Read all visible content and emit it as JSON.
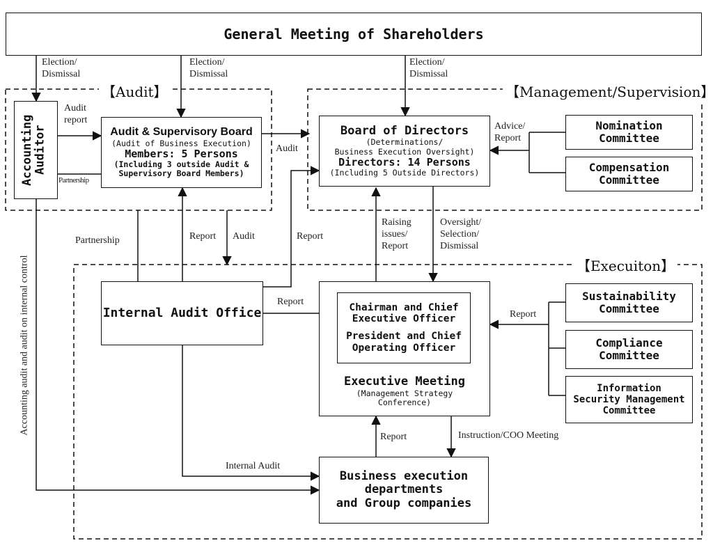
{
  "shareholders": "General Meeting of Shareholders",
  "sections": {
    "audit": "【Audit】",
    "management": "【Management/Supervision】",
    "execution": "【Execuiton】"
  },
  "accounting_auditor": "Accounting Auditor",
  "audit_board": {
    "title": "Audit & Supervisory Board",
    "sub": "(Audit of Business Execution)",
    "members": "Members: 5 Persons",
    "note1": "(Including 3 outside Audit &",
    "note2": "Supervisory Board Members)"
  },
  "board": {
    "title": "Board of Directors",
    "sub1": "(Determinations/",
    "sub2": "Business Execution Oversight)",
    "directors": "Directors: 14 Persons",
    "note": "(Including 5 Outside Directors)"
  },
  "nomination": [
    "Nomination",
    "Committee"
  ],
  "compensation": [
    "Compensation",
    "Committee"
  ],
  "internal_audit_office": "Internal Audit Office",
  "officers": {
    "chair1": "Chairman and Chief",
    "chair2": "Executive Officer",
    "pres1": "President and Chief",
    "pres2": "Operating Officer"
  },
  "exec_meeting": {
    "title": "Executive Meeting",
    "sub1": "(Management Strategy",
    "sub2": "Conference)"
  },
  "sustainability": [
    "Sustainability",
    "Committee"
  ],
  "compliance": [
    "Compliance",
    "Committee"
  ],
  "infosec": [
    "Information",
    "Security Management",
    "Committee"
  ],
  "business": [
    "Business execution",
    "departments",
    "and Group companies"
  ],
  "labels": {
    "election1": "Election/\nDismissal",
    "election2": "Election/\nDismissal",
    "election3": "Election/\nDismissal",
    "audit_report": "Audit\nreport",
    "partnership_small": "Partnership",
    "audit_arrow": "Audit",
    "advice_report": "Advice/\nReport",
    "partnership": "Partnership",
    "report_up": "Report",
    "audit_down": "Audit",
    "report_bod": "Report",
    "raising": "Raising\nissues/\nReport",
    "oversight": "Oversight/\nSelection/\nDismissal",
    "report_iao": "Report",
    "report_committees": "Report",
    "report_business": "Report",
    "instruction": "Instruction/COO Meeting",
    "internal_audit": "Internal Audit",
    "vertical": "Accounting audit and audit on internal control"
  },
  "colors": {
    "line": "#111111",
    "background": "#ffffff"
  }
}
